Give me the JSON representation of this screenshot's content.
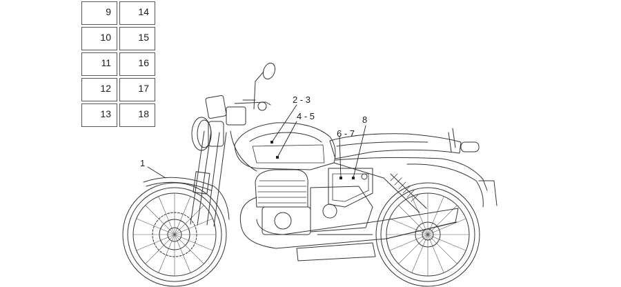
{
  "grid": {
    "left_column": [
      "9",
      "10",
      "11",
      "12",
      "13"
    ],
    "right_column": [
      "14",
      "15",
      "16",
      "17",
      "18"
    ]
  },
  "callouts": {
    "c1": "1",
    "c23": "2 - 3",
    "c45": "4 - 5",
    "c67": "6 - 7",
    "c8": "8"
  }
}
